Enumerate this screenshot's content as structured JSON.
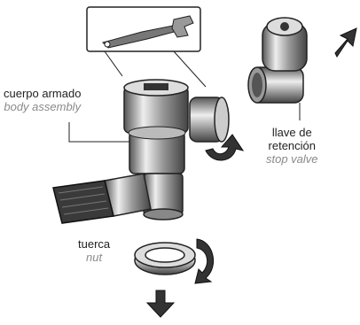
{
  "labels": {
    "body_assembly": {
      "es": "cuerpo armado",
      "en": "body assembly"
    },
    "stop_valve": {
      "es_line1": "llave de",
      "es_line2": "retención",
      "en": "stop valve"
    },
    "nut": {
      "es": "tuerca",
      "en": "nut"
    }
  },
  "icons": [
    "wrench-icon",
    "rotate-arrow-icon",
    "down-arrow-icon",
    "up-right-arrow-icon"
  ]
}
